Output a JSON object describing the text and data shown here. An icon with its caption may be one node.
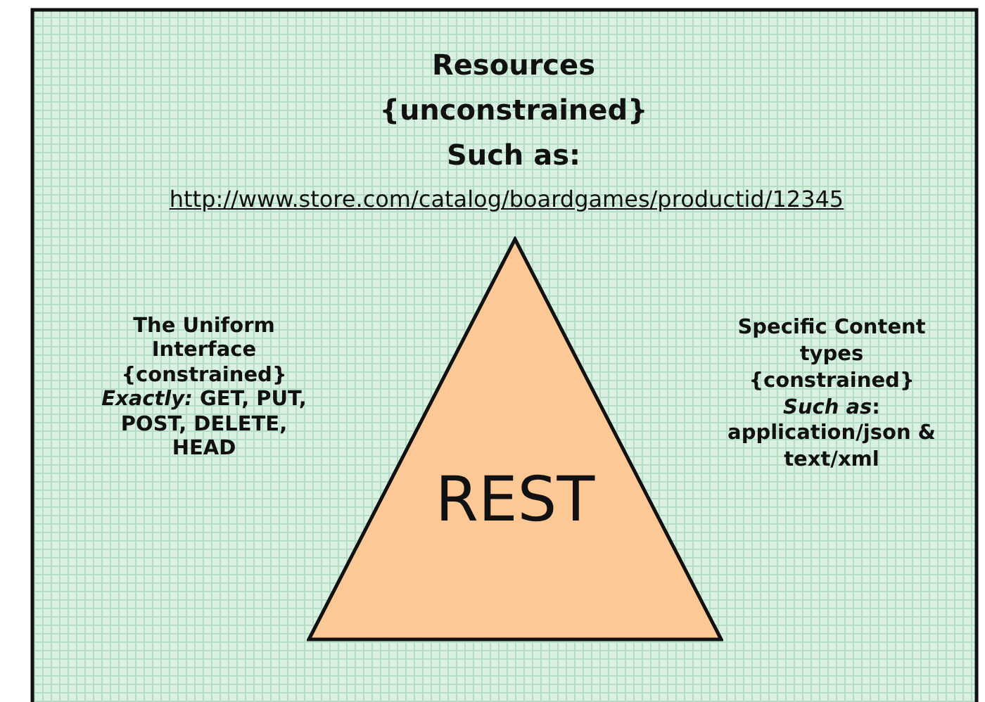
{
  "diagram": {
    "nodes": [
      {
        "text": [
          "REST"
        ]
      }
    ],
    "labels": [
      "Resources {unconstrained} Such as:",
      "http://www.store.com/catalog/boardgames/productid/12345",
      "The Uniform Interface {constrained} *Exactly:* GET, PUT, POST, DELETE, HEAD",
      "Specific Content types {constrained} *Such as*: application/json & text/xml"
    ]
  }
}
